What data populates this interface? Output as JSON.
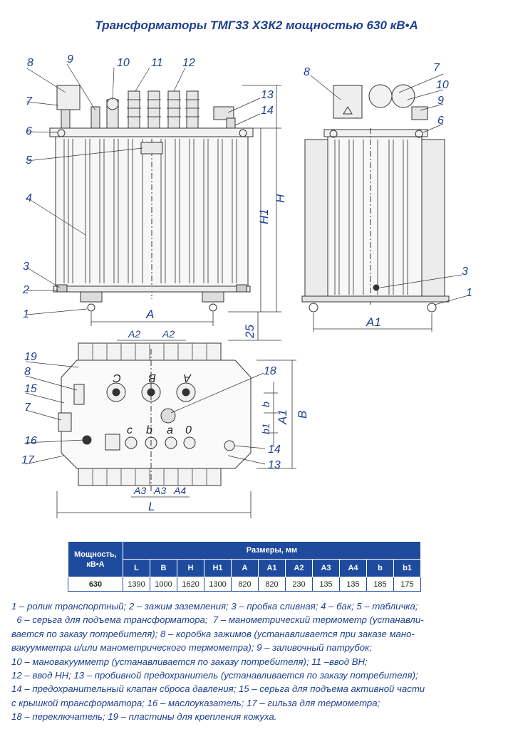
{
  "title": "Трансформаторы ТМГ33 ХЗК2  мощностью 630 кВ•А",
  "callouts": {
    "front": [
      "8",
      "9",
      "10",
      "11",
      "12",
      "7",
      "13",
      "14",
      "6",
      "5",
      "4",
      "3",
      "2",
      "1"
    ],
    "side": [
      "8",
      "7",
      "10",
      "9",
      "6",
      "3",
      "1"
    ],
    "top": [
      "19",
      "8",
      "15",
      "7",
      "16",
      "17",
      "18",
      "14",
      "13"
    ]
  },
  "dim_labels": {
    "A": "A",
    "H": "H",
    "H1": "H1",
    "d25": "25",
    "A1": "A1",
    "B": "B",
    "L": "L",
    "A2": "A2",
    "A3": "A3",
    "A4": "A4",
    "b": "b",
    "b1": "b1"
  },
  "phase_labels_low": [
    "c",
    "b",
    "a",
    "0"
  ],
  "phase_labels_high": [
    "C",
    "B",
    "A"
  ],
  "table": {
    "header_power": "Мощность, кВ•А",
    "header_sizes": "Размеры, мм",
    "columns": [
      "L",
      "B",
      "H",
      "H1",
      "A",
      "A1",
      "A2",
      "A3",
      "A4",
      "b",
      "b1"
    ],
    "rows": [
      {
        "power": "630",
        "values": [
          "1390",
          "1000",
          "1620",
          "1300",
          "820",
          "820",
          "230",
          "135",
          "135",
          "185",
          "175"
        ]
      }
    ]
  },
  "legend_lines": [
    "1 – ролик транспортный;  2 – зажим заземления;  3 – пробка сливная; 4 – бак;  5 – табличка;",
    "  6 – серьга для подъема трансформатора;  7 – манометрический термометр (устанавли-",
    "вается по заказу потребителя); 8 – коробка зажимов (устанавливается при заказе мано-",
    "вакуумметра и/или манометрического термометра);  9 – заливочный патрубок;",
    "10 – мановакуумметр (устанавливается по заказу  потребителя); 11 –ввод ВН;",
    "12 – ввод НН; 13 – пробивной предохранитель (устанавливается по заказу потребителя);",
    "14 – предохранительный клапан сброса давления; 15 – серьга для подъема активной части",
    "с крышкой трансформатора; 16 – маслоуказатель; 17 – гильза для термометра;",
    "18 – переключатель;  19 – пластины для крепления кожуха."
  ]
}
